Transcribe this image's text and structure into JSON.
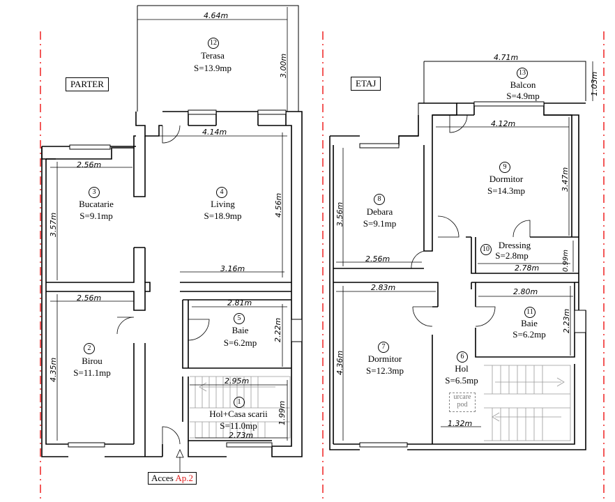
{
  "floors": {
    "ground_label": "PARTER",
    "upper_label": "ETAJ"
  },
  "access": {
    "prefix": "Acces",
    "apartment": "Ap.2",
    "apartment_color": "#e11a1a"
  },
  "rooms": {
    "r12": {
      "num": "12",
      "name": "Terasa",
      "area": "S=13.9mp"
    },
    "r3": {
      "num": "3",
      "name": "Bucatarie",
      "area": "S=9.1mp"
    },
    "r4": {
      "num": "4",
      "name": "Living",
      "area": "S=18.9mp"
    },
    "r2": {
      "num": "2",
      "name": "Birou",
      "area": "S=11.1mp"
    },
    "r5": {
      "num": "5",
      "name": "Baie",
      "area": "S=6.2mp"
    },
    "r1": {
      "num": "1",
      "name": "Hol+Casa scarii",
      "area": "S=11.0mp"
    },
    "r13": {
      "num": "13",
      "name": "Balcon",
      "area": "S=4.9mp"
    },
    "r9": {
      "num": "9",
      "name": "Dormitor",
      "area": "S=14.3mp"
    },
    "r8": {
      "num": "8",
      "name": "Debara",
      "area": "S=9.1mp"
    },
    "r10": {
      "num": "10",
      "name": "Dressing",
      "area": "S=2.8mp"
    },
    "r7": {
      "num": "7",
      "name": "Dormitor",
      "area": "S=12.3mp"
    },
    "r6": {
      "num": "6",
      "name": "Hol",
      "area": "S=6.5mp"
    },
    "r11": {
      "num": "11",
      "name": "Baie",
      "area": "S=6.2mp"
    }
  },
  "stair_note": {
    "line1": "urcare",
    "line2": "pod"
  },
  "dims": {
    "d_terasa_w": "4.64m",
    "d_terasa_h": "3.00m",
    "d_living_w": "4.14m",
    "d_buc_w": "2.56m",
    "d_buc_h": "3.57m",
    "d_living_h": "4.56m",
    "d_living_w2": "3.16m",
    "d_birou_w": "2.56m",
    "d_baie_w": "2.81m",
    "d_baie_h": "2.22m",
    "d_birou_h": "4.35m",
    "d_hol_w": "2.95m",
    "d_hol_h": "1.99m",
    "d_hol_w2": "2.73m",
    "d_balcon_w": "4.71m",
    "d_balcon_h": "1.03m",
    "d_dorm9_w": "4.12m",
    "d_dorm9_h": "3.47m",
    "d_debara_h": "3.56m",
    "d_debara_w": "2.56m",
    "d_dress_w": "2.78m",
    "d_dress_h": "0.99m",
    "d_dorm7_w": "2.83m",
    "d_baie11_w": "2.80m",
    "d_baie11_h": "2.23m",
    "d_dorm7_h": "4.36m",
    "d_hol6_w": "1.32m"
  }
}
